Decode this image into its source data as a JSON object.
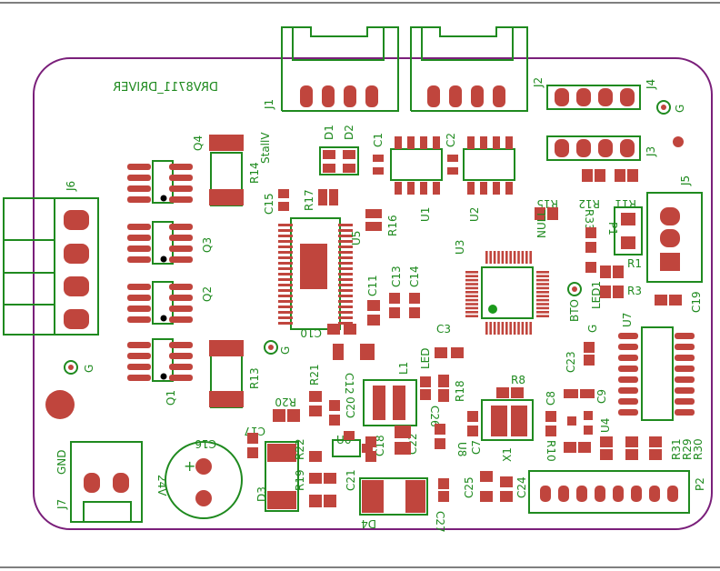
{
  "board": {
    "title": "DRV8711_DRIVER",
    "colors": {
      "silk": "#1f8a1f",
      "copper": "#c0453d",
      "outline": "#7a1f7a",
      "frame": "#555555"
    }
  },
  "labels": {
    "J1": "J1",
    "J2": "J2",
    "J3": "J3",
    "J4": "J4",
    "J5": "J5",
    "J6": "J6",
    "J7": "J7",
    "D1": "D1",
    "D2": "D2",
    "D3": "D3",
    "D4": "D4",
    "C1": "C1",
    "C2": "C2",
    "C3": "C3",
    "C7": "C7",
    "C8": "C8",
    "C9": "C9",
    "C10": "C10",
    "C11": "C11",
    "C12": "C12",
    "C13": "C13",
    "C14": "C14",
    "C15": "C15",
    "C16": "C16",
    "C17": "C17",
    "C18": "C18",
    "C19": "C19",
    "C20": "C20",
    "C21": "C21",
    "C22": "C22",
    "C23": "C23",
    "C24": "C24",
    "C25": "C25",
    "C26": "C26",
    "C27": "C27",
    "R1": "R1",
    "R3": "R3",
    "R8": "R8",
    "R10": "R10",
    "R11": "R11",
    "R12": "R12",
    "R13": "R13",
    "R14": "R14",
    "R15": "R15",
    "R16": "R16",
    "R17": "R17",
    "R18": "R18",
    "R19": "R19",
    "R20": "R20",
    "R21": "R21",
    "R22": "R22",
    "R29": "R29",
    "R30": "R30",
    "R31": "R31",
    "R33": "R33",
    "U1": "U1",
    "U2": "U2",
    "U3": "U3",
    "U4": "U4",
    "U5": "U5",
    "U6": "U6",
    "U7": "U7",
    "U8": "U8",
    "Q1": "Q1",
    "Q2": "Q2",
    "Q3": "Q3",
    "Q4": "Q4",
    "L1": "L1",
    "X1": "X1",
    "P1": "P1",
    "P2": "P2",
    "G": "G",
    "GND": "GND",
    "V24": "24V",
    "STALL": "StallV",
    "NULL": "NULL",
    "LED1": "LED1",
    "BTO": "BTO",
    "LED": "LED",
    "PLUS": "+"
  }
}
